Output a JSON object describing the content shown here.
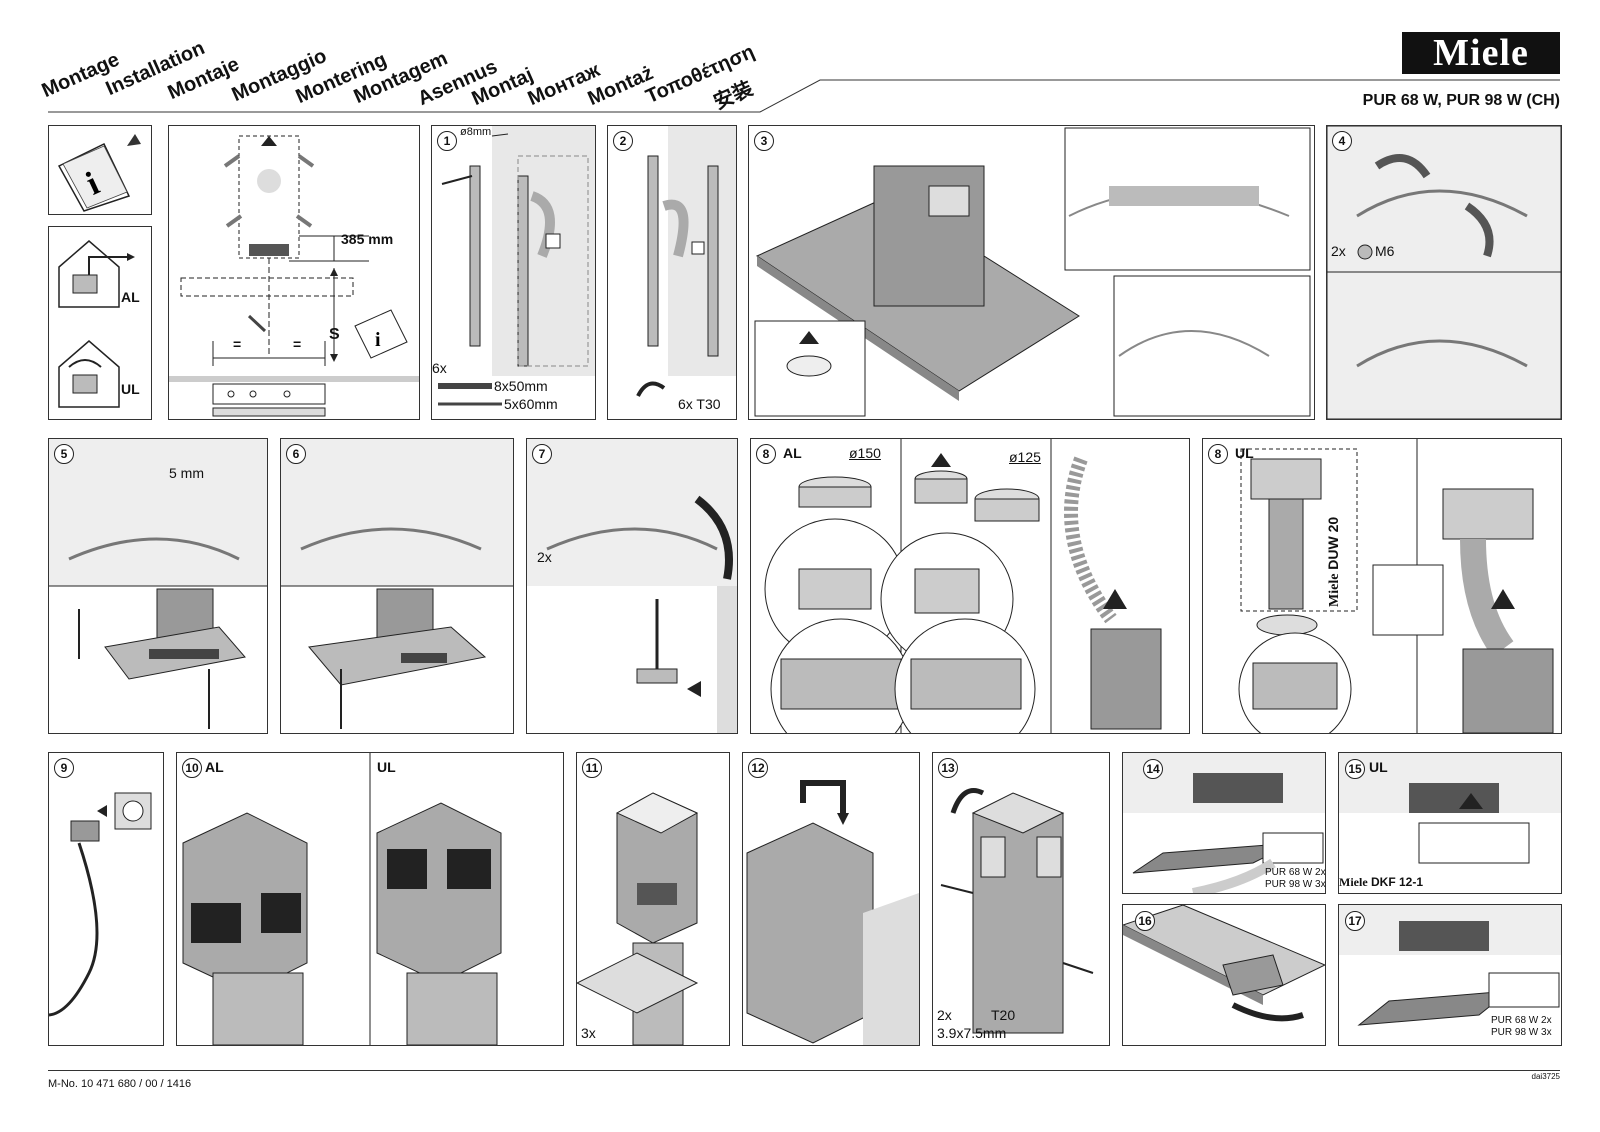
{
  "header": {
    "titles": [
      "Montage",
      "Installation",
      "Montaje",
      "Montaggio",
      "Montering",
      "Montagem",
      "Asennus",
      "Montaj",
      "Монтаж",
      "Montaż",
      "Τοποθέτηση",
      "安装"
    ],
    "brand": "Miele",
    "model": "PUR 68 W, PUR 98 W (CH)"
  },
  "intro": {
    "al_label": "AL",
    "ul_label": "UL",
    "dimension": "385 mm",
    "s_label": "S",
    "equal_left": "=",
    "equal_right": "="
  },
  "steps": {
    "s1": {
      "num": "1",
      "drill": "ø8mm",
      "qty": "6x",
      "screw1": "8x50mm",
      "screw2": "5x60mm"
    },
    "s2": {
      "num": "2",
      "tool": "6x T30"
    },
    "s3": {
      "num": "3"
    },
    "s4": {
      "num": "4",
      "nut": "2x",
      "nut_size": "M6"
    },
    "s5": {
      "num": "5",
      "gap": "5 mm"
    },
    "s6": {
      "num": "6"
    },
    "s7": {
      "num": "7",
      "qty": "2x"
    },
    "s8al": {
      "num": "8",
      "mode": "AL",
      "d1": "ø150",
      "d2": "ø125"
    },
    "s8ul": {
      "num": "8",
      "mode": "UL",
      "kit_brand": "Miele",
      "kit": "DUW 20"
    },
    "s9": {
      "num": "9"
    },
    "s10": {
      "num": "10",
      "mode_al": "AL",
      "mode_ul": "UL"
    },
    "s11": {
      "num": "11",
      "qty": "3x"
    },
    "s12": {
      "num": "12"
    },
    "s13": {
      "num": "13",
      "qty": "2x",
      "tool": "T20",
      "size": "3.9x7.5mm"
    },
    "s14": {
      "num": "14",
      "note1": "PUR 68 W 2x",
      "note2": "PUR 98 W 3x",
      "kit_brand": "Miele",
      "kit": "DKF 12-1"
    },
    "s15": {
      "num": "15",
      "mode": "UL"
    },
    "s16": {
      "num": "16"
    },
    "s17": {
      "num": "17",
      "note1": "PUR 68 W 2x",
      "note2": "PUR 98 W 3x"
    }
  },
  "footer": {
    "mno": "M-No. 10 471 680 / 00 / 1416",
    "code": "dai3725"
  }
}
